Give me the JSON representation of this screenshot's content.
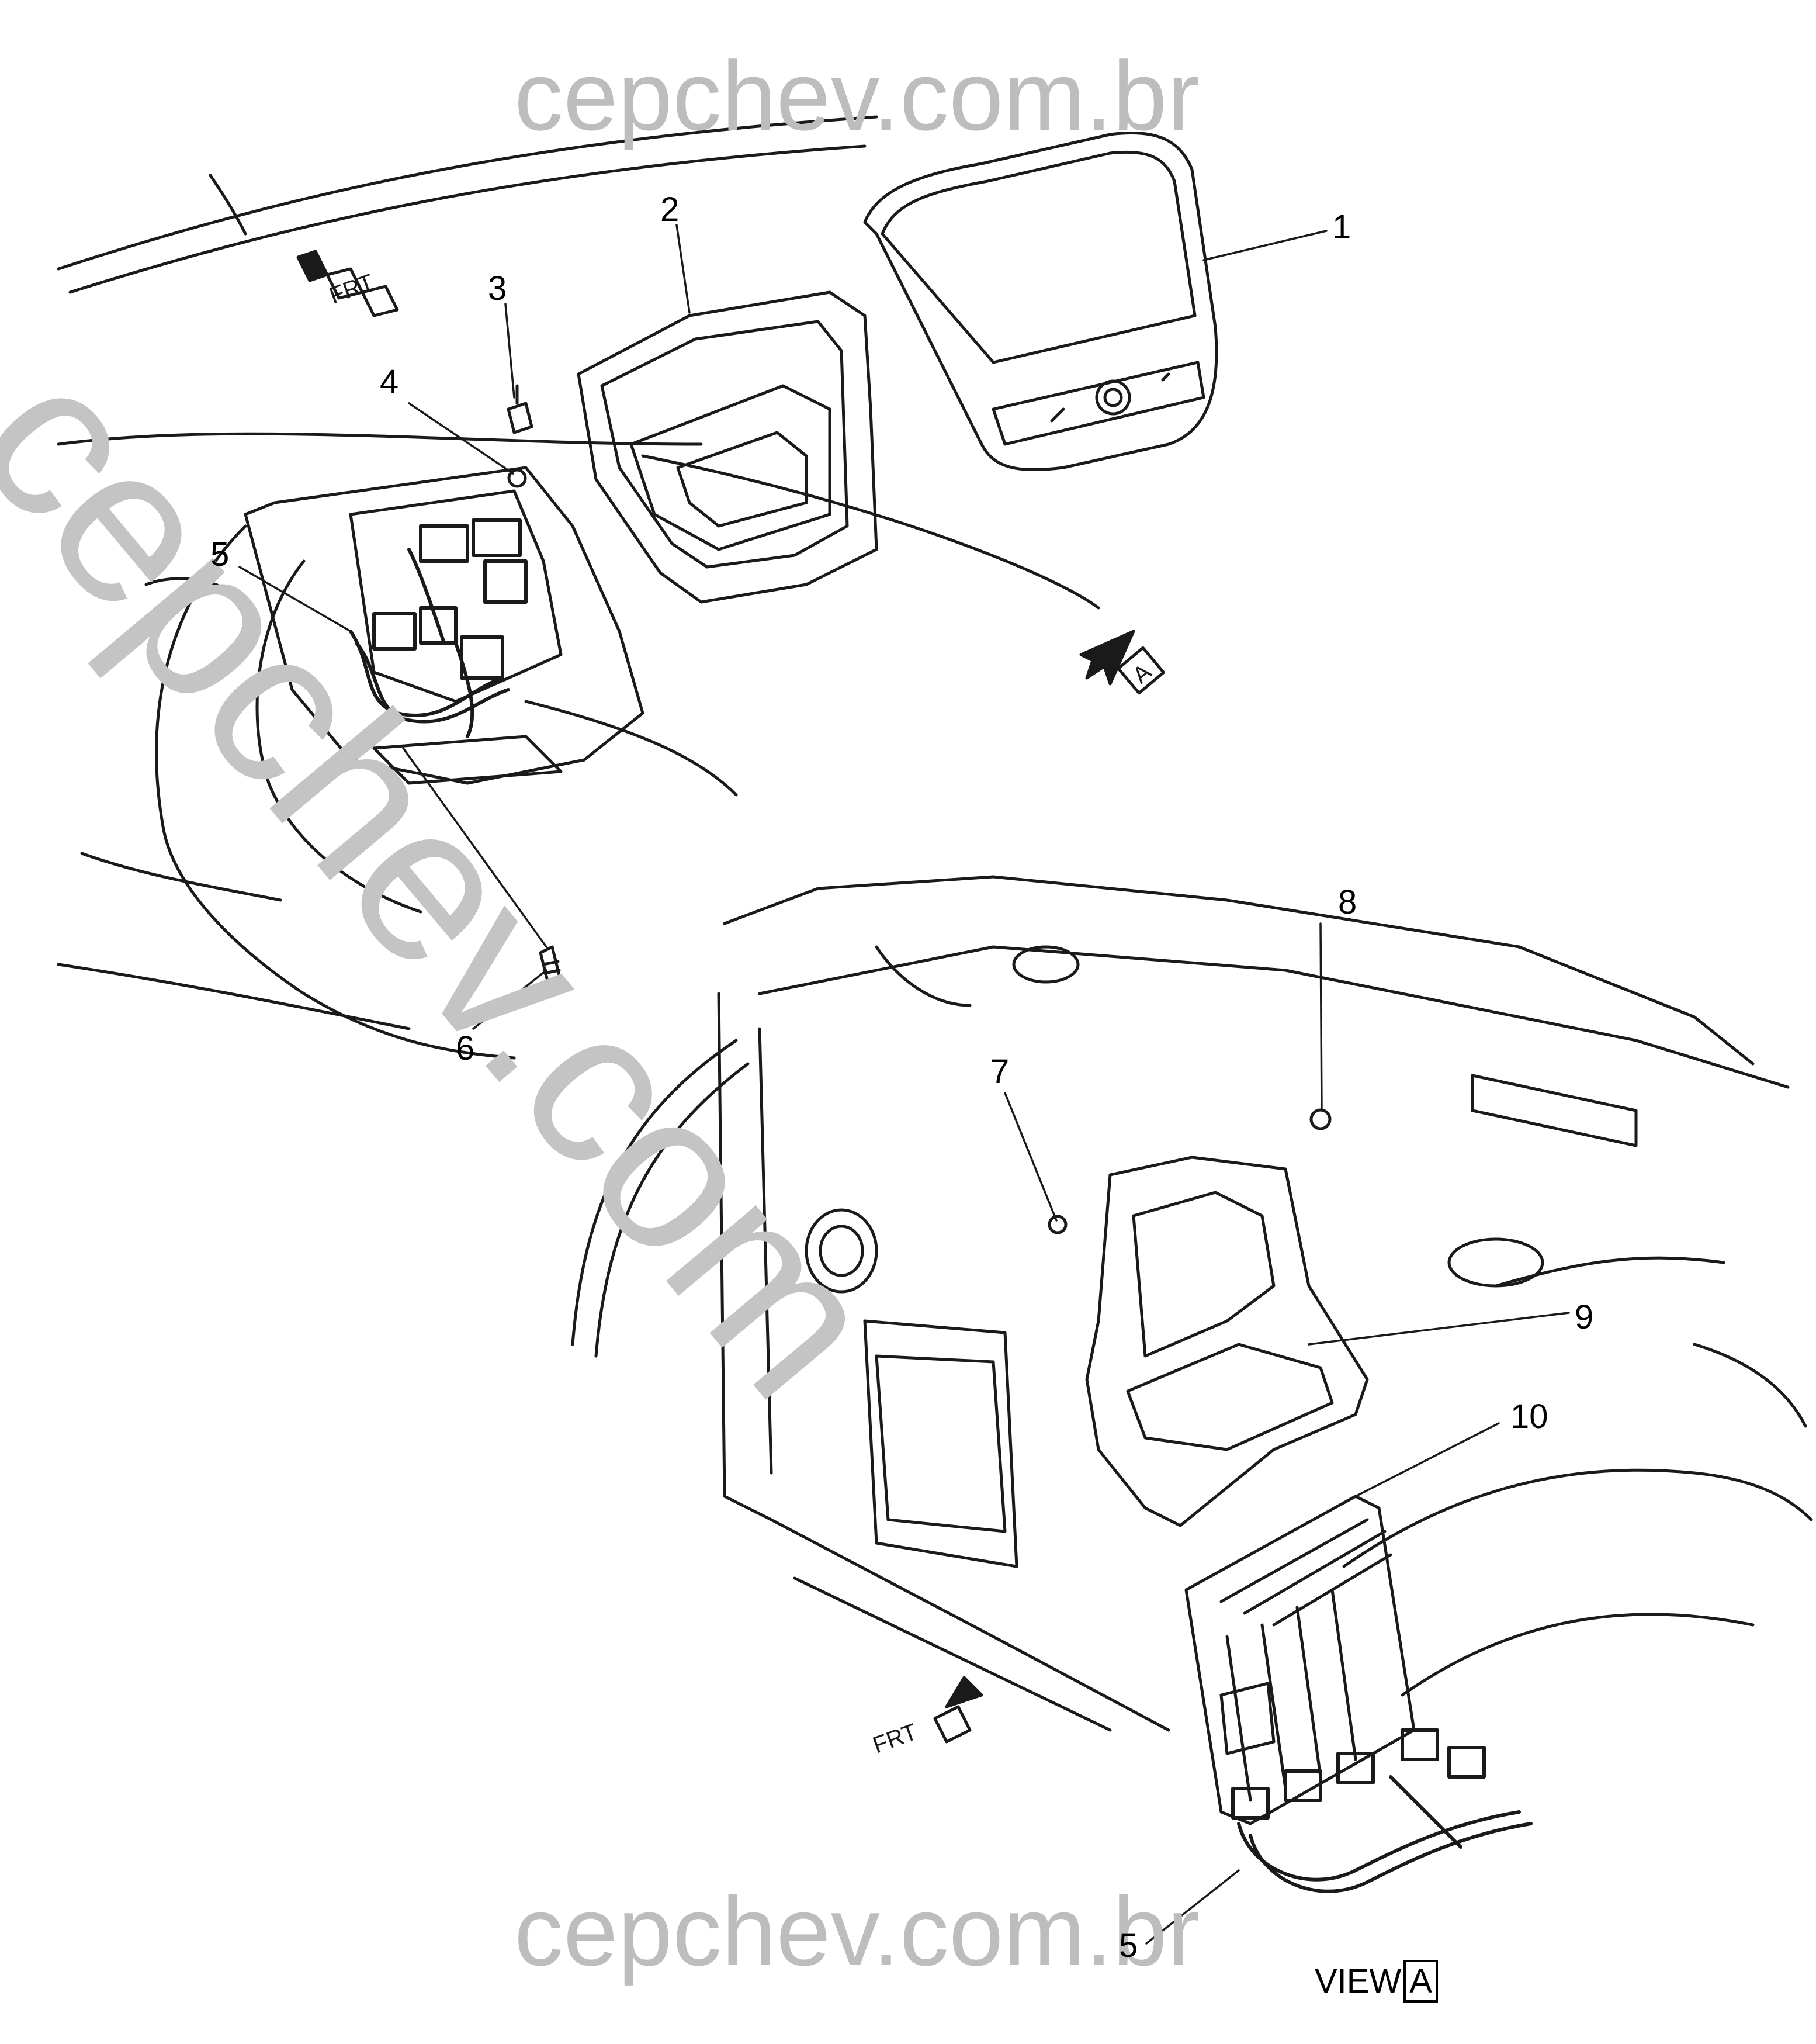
{
  "watermark": {
    "site": "cepchev.com.br",
    "diagonal": "cepchev.com"
  },
  "callouts": [
    "1",
    "2",
    "3",
    "4",
    "5",
    "6",
    "7",
    "8",
    "9",
    "10",
    "5"
  ],
  "direction_markers": {
    "front_label": "FRT",
    "view_arrow_label": "A"
  },
  "view_label": {
    "text": "VIEW",
    "box": "A"
  },
  "colors": {
    "line": "#1a1a1a",
    "watermark": "#bdbdbd"
  }
}
